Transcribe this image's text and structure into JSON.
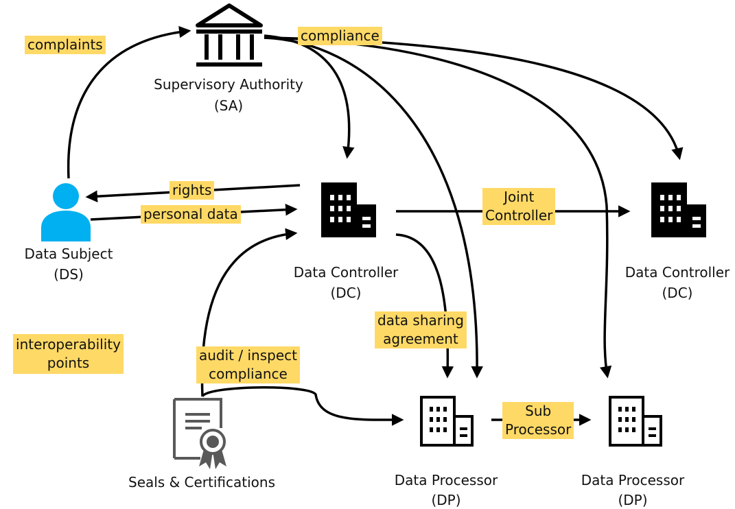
{
  "nodes": {
    "supervisory_authority": {
      "name": "Supervisory Authority",
      "abbr": "(SA)"
    },
    "data_subject": {
      "name": "Data Subject",
      "abbr": "(DS)"
    },
    "data_controller_1": {
      "name": "Data Controller",
      "abbr": "(DC)"
    },
    "data_controller_2": {
      "name": "Data Controller",
      "abbr": "(DC)"
    },
    "data_processor_1": {
      "name": "Data Processor",
      "abbr": "(DP)"
    },
    "data_processor_2": {
      "name": "Data Processor",
      "abbr": "(DP)"
    },
    "seals": {
      "name": "Seals & Certifications"
    }
  },
  "edge_labels": {
    "complaints": "complaints",
    "compliance": "compliance",
    "rights": "rights",
    "personal_data": "personal data",
    "joint_controller_1": "Joint",
    "joint_controller_2": "Controller",
    "data_sharing_1": "data sharing",
    "data_sharing_2": "agreement",
    "audit_1": "audit / inspect",
    "audit_2": "compliance",
    "sub_processor_1": "Sub",
    "sub_processor_2": "Processor"
  },
  "legend": {
    "line1": "interoperability",
    "line2": "points"
  },
  "colors": {
    "highlight": "#ffd966",
    "person": "#00b0f0",
    "building": "#000000",
    "seal": "#595959"
  },
  "icons": {
    "authority": "institution-icon",
    "person": "person-icon",
    "controller": "building-solid-icon",
    "processor": "building-outline-icon",
    "certificate": "certificate-icon"
  }
}
